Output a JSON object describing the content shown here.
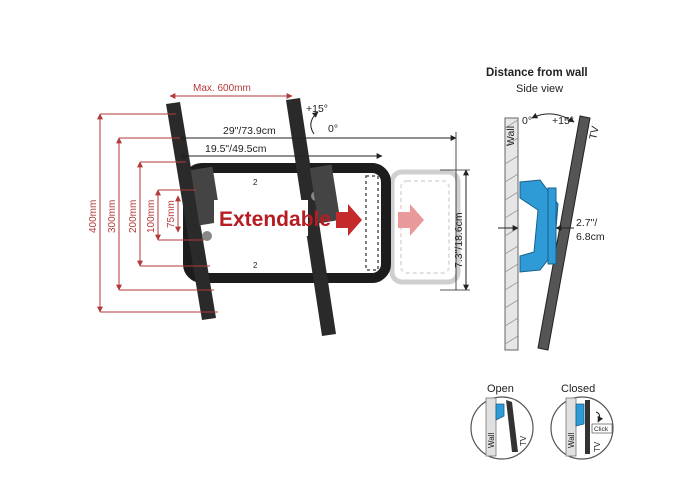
{
  "front": {
    "max_width": "Max. 600mm",
    "tilt_up": "+15°",
    "tilt_zero": "0°",
    "width_29": "29\"/73.9cm",
    "width_19": "19.5\"/49.5cm",
    "h400": "400mm",
    "h300": "300mm",
    "h200": "200mm",
    "h100": "100mm",
    "h75": "75mm",
    "height_right": "7.3\"/18.6cm",
    "banner": "Extendable",
    "rail_mark": "2"
  },
  "side": {
    "title": "Distance from wall",
    "subtitle": "Side view",
    "wall": "Wall",
    "tv": "TV",
    "angle_zero": "0°",
    "angle_up": "+15°",
    "depth_1": "2.7\"/",
    "depth_2": "6.8cm"
  },
  "lock": {
    "open": "Open",
    "closed": "Closed",
    "wall": "Wall",
    "tv": "TV",
    "click": "Click"
  },
  "colors": {
    "accent_blue": "#2e9bd6",
    "brand_red": "#b81c23",
    "dim_red": "#b33a3a"
  }
}
